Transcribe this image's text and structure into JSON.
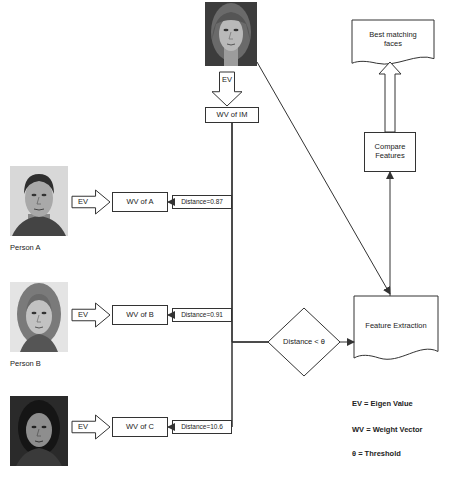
{
  "diagram": {
    "nodes": [
      {
        "text": [
          "Best matching faces"
        ]
      },
      {
        "text": [
          "EV"
        ]
      },
      {
        "text": [
          "WV of IM"
        ]
      },
      {
        "text": [
          "Compare Features"
        ]
      },
      {
        "text": [
          "EV"
        ]
      },
      {
        "text": [
          "WV of A"
        ]
      },
      {
        "text": [
          "Distance=0.87"
        ]
      },
      {
        "text": [
          "EV"
        ]
      },
      {
        "text": [
          "WV of B"
        ]
      },
      {
        "text": [
          "Distance=0.91"
        ]
      },
      {
        "text": [
          "EV"
        ]
      },
      {
        "text": [
          "WV of C"
        ]
      },
      {
        "text": [
          "Distance=10.6"
        ]
      },
      {
        "text": [
          "Distance < θ"
        ]
      },
      {
        "text": [
          "Feature Extraction"
        ]
      }
    ],
    "edges": [
      {
        "from": 14,
        "to": 3,
        "arrow": "to"
      },
      {
        "from": 3,
        "to": 0,
        "arrow": "to"
      },
      {
        "from": 2,
        "to": 6,
        "arrow": "none"
      },
      {
        "from": 2,
        "to": 9,
        "arrow": "none"
      },
      {
        "from": 2,
        "to": 12,
        "arrow": "none"
      },
      {
        "from": 6,
        "to": 5,
        "arrow": "to"
      },
      {
        "from": 9,
        "to": 8,
        "arrow": "to"
      },
      {
        "from": 12,
        "to": 11,
        "arrow": "to"
      },
      {
        "from": 6,
        "to": 13,
        "arrow": "none"
      },
      {
        "from": 9,
        "to": 13,
        "arrow": "none"
      },
      {
        "from": 12,
        "to": 13,
        "arrow": "none"
      },
      {
        "from": 13,
        "to": 14,
        "arrow": "to"
      }
    ],
    "labels": [
      "Person A",
      "Person B",
      "EV = Eigen Value",
      "WV = Weight Vector",
      "θ = Threshold"
    ]
  }
}
